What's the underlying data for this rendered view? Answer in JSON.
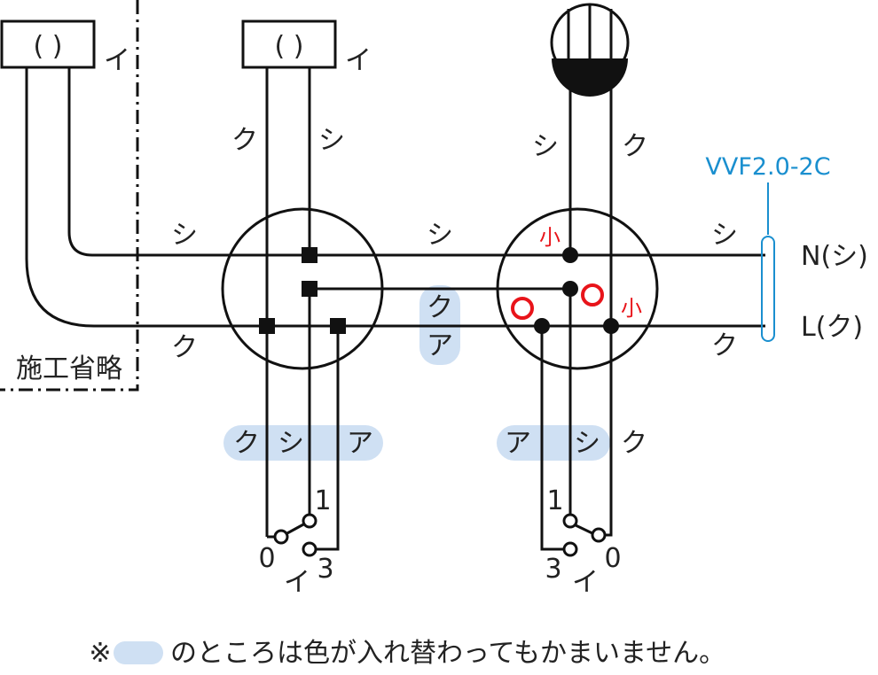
{
  "colors": {
    "line": "#111111",
    "text": "#222222",
    "highlight": "#cfe0f3",
    "vvf_label": "#1a8fcf",
    "small_mark": "#e8141a"
  },
  "box_left": {
    "paren": "( )",
    "label": "イ",
    "omitted": "施工省略"
  },
  "box_mid": {
    "paren": "( )",
    "label": "イ"
  },
  "wire_labels": {
    "left_top": "シ",
    "left_bottom": "ク",
    "mid_upper_left": "ク",
    "mid_upper_right": "シ",
    "center_top": "シ",
    "center_hl_1": "ク",
    "center_hl_2": "ア",
    "right_upper_left": "シ",
    "right_upper_right": "ク",
    "far_right_top": "シ",
    "far_right_bottom": "ク"
  },
  "mid_lower_labels": [
    "ク",
    "シ",
    "ア"
  ],
  "right_lower_labels": [
    "ア",
    "シ",
    "ク"
  ],
  "small_marks": {
    "top": "小",
    "right": "小"
  },
  "switch_left": {
    "t1": "1",
    "t0": "0",
    "t3": "3",
    "label": "イ"
  },
  "switch_right": {
    "t1": "1",
    "t3": "3",
    "t0": "0",
    "label": "イ"
  },
  "vvf": "VVF2.0-2C",
  "terminal_n": "N(シ)",
  "terminal_l": "L(ク)",
  "note_prefix": "※",
  "note_text": "のところは色が入れ替わってもかまいません。"
}
